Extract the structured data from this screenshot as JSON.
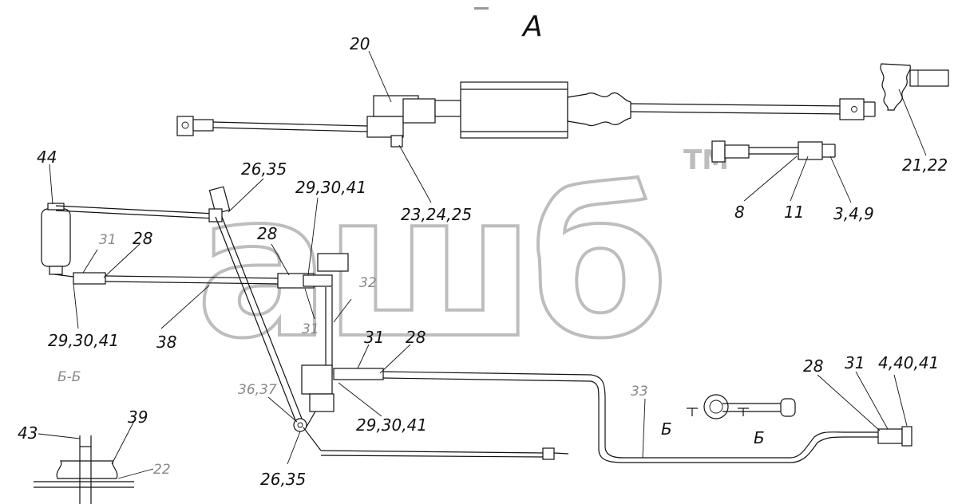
{
  "drawing": {
    "view_title": "А",
    "section_title": "Б-Б",
    "section_marker_left": "Б",
    "section_marker_right": "Б",
    "watermark": "ашб",
    "watermark_tm": "TM"
  },
  "callouts": {
    "c20": "20",
    "c2122": "21,22",
    "c232425": "23,24,25",
    "c8": "8",
    "c11": "11",
    "c349": "3,4,9",
    "c44": "44",
    "c2635a": "26,35",
    "c293041a": "29,30,41",
    "c28a": "28",
    "c31a": "31",
    "c28b": "28",
    "c293041b": "29,30,41",
    "c38": "38",
    "c32": "32",
    "c31b": "31",
    "c31c": "31",
    "c28c": "28",
    "c3637": "36,37",
    "c293041c": "29,30,41",
    "c2635b": "26,35",
    "c33": "33",
    "c28d": "28",
    "c31d": "31",
    "c44041": "4,40,41",
    "c43": "43",
    "c39": "39",
    "c22": "22"
  },
  "colors": {
    "line": "#111111",
    "watermark": "#bdbdbd",
    "secondary_label": "#888888"
  }
}
